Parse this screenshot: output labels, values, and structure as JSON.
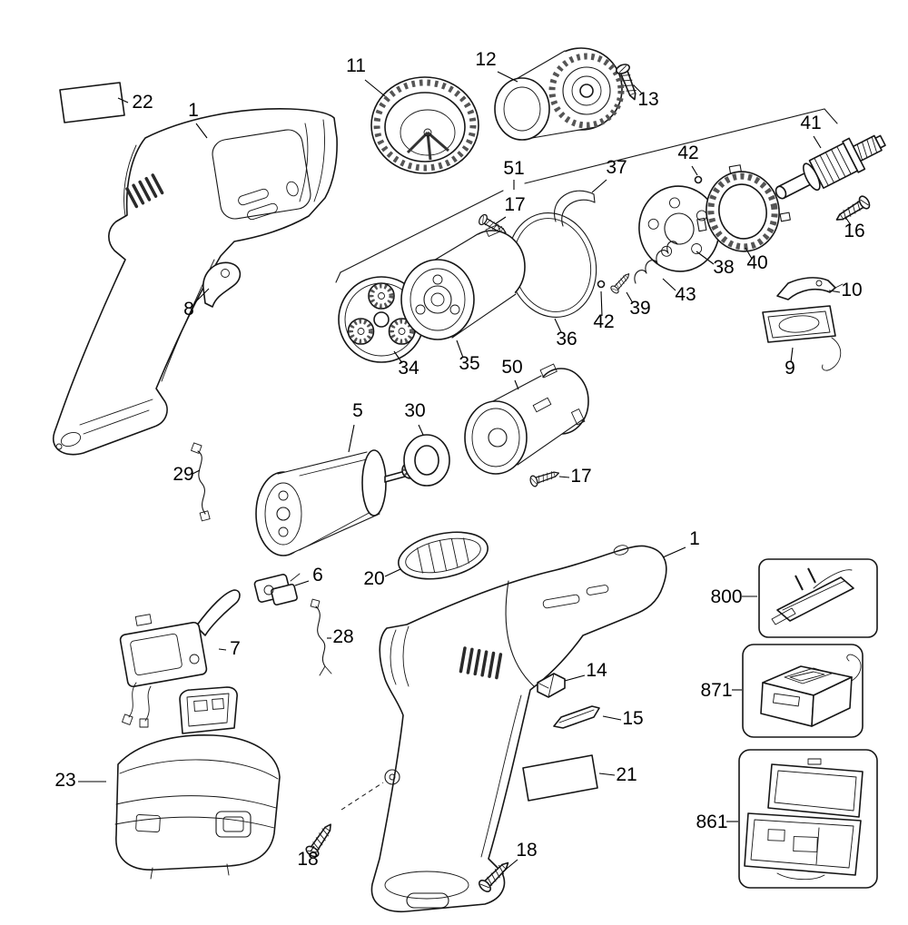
{
  "diagram": {
    "type": "exploded-parts-diagram",
    "background": "#ffffff",
    "ink": "#111111",
    "callouts": {
      "c22": "22",
      "c1_top": "1",
      "c8": "8",
      "c11": "11",
      "c12": "12",
      "c13": "13",
      "c51": "51",
      "c37": "37",
      "c42_top": "42",
      "c41": "41",
      "c16": "16",
      "c17_top": "17",
      "c36": "36",
      "c38": "38",
      "c40": "40",
      "c43": "43",
      "c39": "39",
      "c42_mid": "42",
      "c34": "34",
      "c35": "35",
      "c10": "10",
      "c9": "9",
      "c5": "5",
      "c30": "30",
      "c50": "50",
      "c17_mid": "17",
      "c29": "29",
      "c6": "6",
      "c20": "20",
      "c1_bottom": "1",
      "c7": "7",
      "c28": "28",
      "c14": "14",
      "c15": "15",
      "c21": "21",
      "c23": "23",
      "c18_left": "18",
      "c18_right": "18",
      "c800": "800",
      "c871": "871",
      "c861": "861"
    }
  }
}
